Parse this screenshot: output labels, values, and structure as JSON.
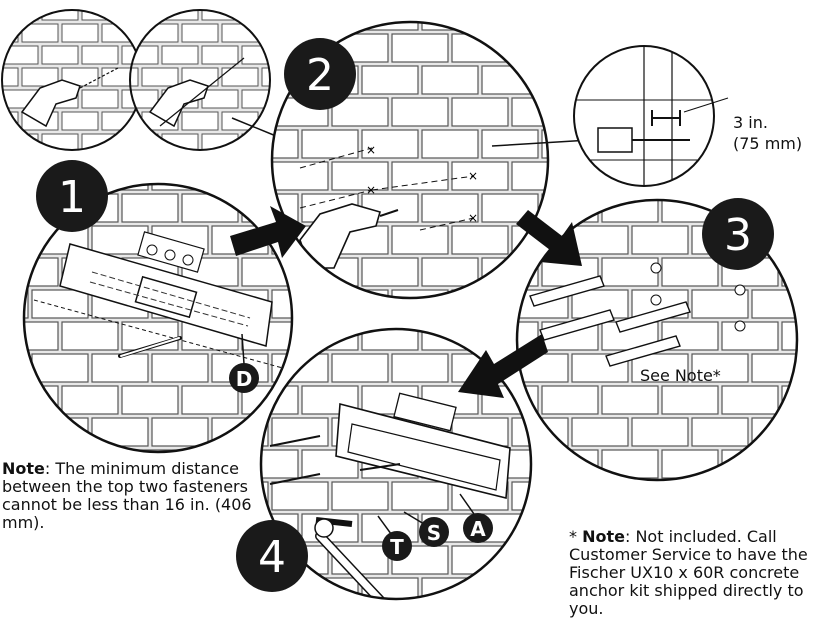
{
  "steps": [
    {
      "number": "1"
    },
    {
      "number": "2"
    },
    {
      "number": "3"
    },
    {
      "number": "4"
    }
  ],
  "part_labels": {
    "d": "D",
    "t": "T",
    "s": "S",
    "a": "A"
  },
  "dimension": {
    "imperial": "3 in.",
    "metric": "(75 mm)"
  },
  "see_note": "See Note*",
  "note_left": {
    "label": "Note",
    "text": ": The minimum distance between the top two fasteners cannot be less than 16 in. (406 mm)."
  },
  "note_right": {
    "prefix": "* ",
    "label": "Note",
    "text": ": Not included. Call Customer Service to have the Fischer UX10 x 60R concrete anchor kit shipped directly to you."
  },
  "colors": {
    "line": "#111111",
    "mortar": "#e6e6e6",
    "brick": "#ffffff",
    "badge": "#1a1a1a"
  }
}
